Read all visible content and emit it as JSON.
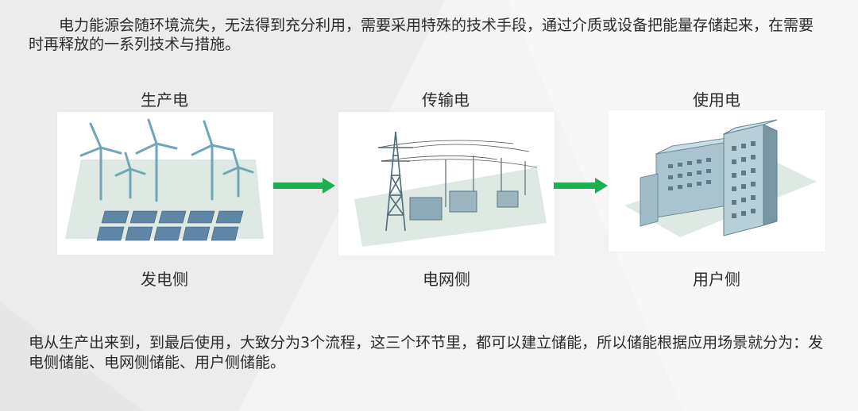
{
  "intro_text": "电力能源会随环境流失，无法得到充分利用，需要采用特殊的技术手段，通过介质或设备把能量存储起来，在需要时再释放的一系列技术与措施。",
  "stages": [
    {
      "title": "生产电",
      "caption": "发电侧",
      "illustration": "wind-turbines-and-solar-panels"
    },
    {
      "title": "传输电",
      "caption": "电网侧",
      "illustration": "transmission-tower-and-substation"
    },
    {
      "title": "使用电",
      "caption": "用户侧",
      "illustration": "buildings"
    }
  ],
  "arrow_color": "#1eb050",
  "summary_text": "电从生产出来到，到最后使用，大致分为3个流程，这三个环节里，都可以建立储能，所以储能根据应用场景就分为：发电侧储能、电网侧储能、用户侧储能。"
}
